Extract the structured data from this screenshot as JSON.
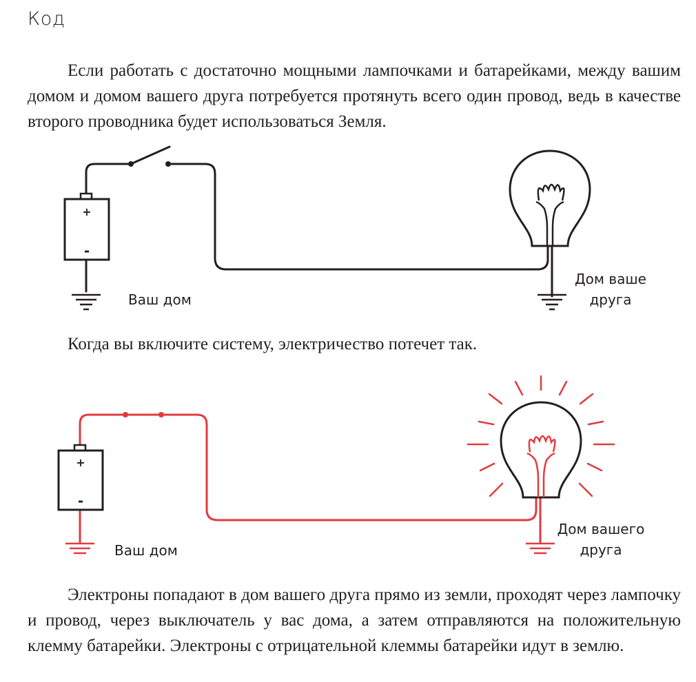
{
  "header": {
    "title": "Код"
  },
  "paragraphs": [
    "Если работать с достаточно мощными лампочками и батарейками, между вашим домом и домом вашего друга потребуется протянуть всего один провод, ведь в качестве второго проводника будет использоваться Земля.",
    "Когда вы включите систему, электричество потечет так.",
    "Электроны попадают в дом вашего друга прямо из земли, проходят че­рез лампочку и провод, через выключатель у вас дома, а затем отправляются на положительную клемму батарейки. Электроны с отрицательной клеммы батарейки идут в землю."
  ],
  "figure1": {
    "battery_plus": "+",
    "battery_minus": "-",
    "label_left": "Ваш дом",
    "label_right_line1": "Дом ваше",
    "label_right_line2": "друга"
  },
  "figure2": {
    "battery_plus": "+",
    "battery_minus": "-",
    "label_left": "Ваш дом",
    "label_right_line1": "Дом вашего",
    "label_right_line2": "друга"
  },
  "colors": {
    "text": "#231f20",
    "current": "#e23a3f",
    "wire": "#231f20"
  }
}
